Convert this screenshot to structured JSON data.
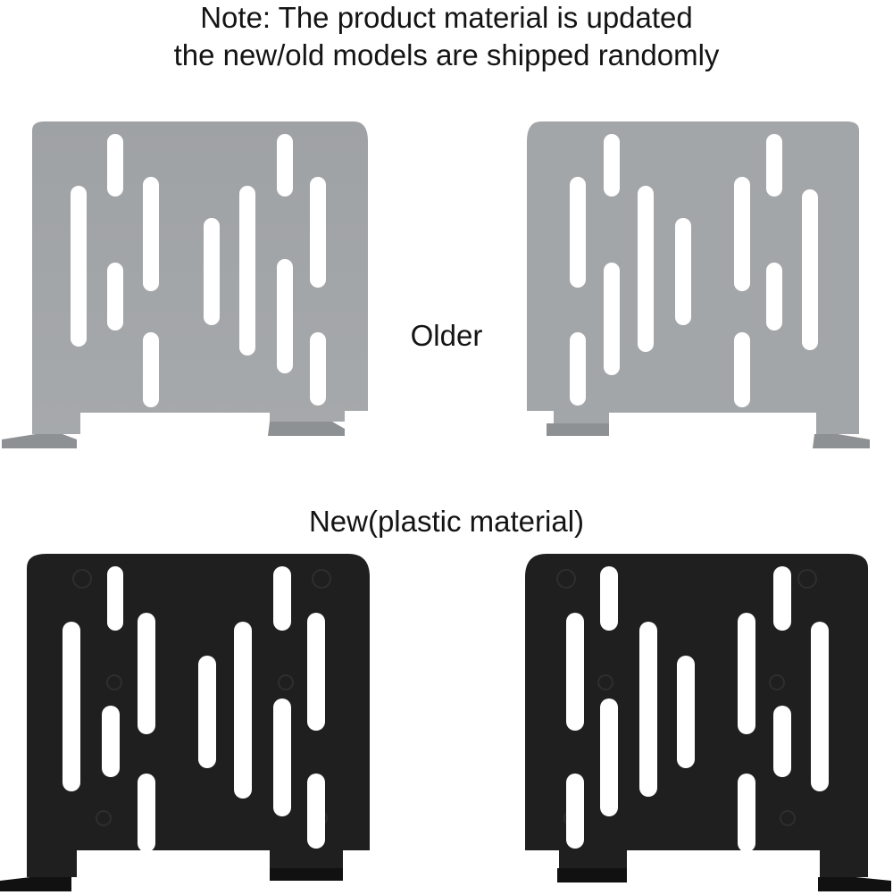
{
  "header": {
    "note_line1": "Note: The product material is updated",
    "note_line2": "the new/old models are shipped randomly"
  },
  "labels": {
    "older": "Older",
    "new": "New(plastic material)"
  },
  "colors": {
    "old_metal": "#a3a6a9",
    "new_plastic": "#1d1d1d",
    "background": "#ffffff",
    "text": "#141414"
  },
  "images": {
    "old_left": "gray-metal-bracket-with-slots",
    "old_right": "gray-metal-bracket-with-slots-mirrored",
    "new_left": "black-plastic-bracket-with-slots",
    "new_right": "black-plastic-bracket-with-slots-mirrored"
  }
}
